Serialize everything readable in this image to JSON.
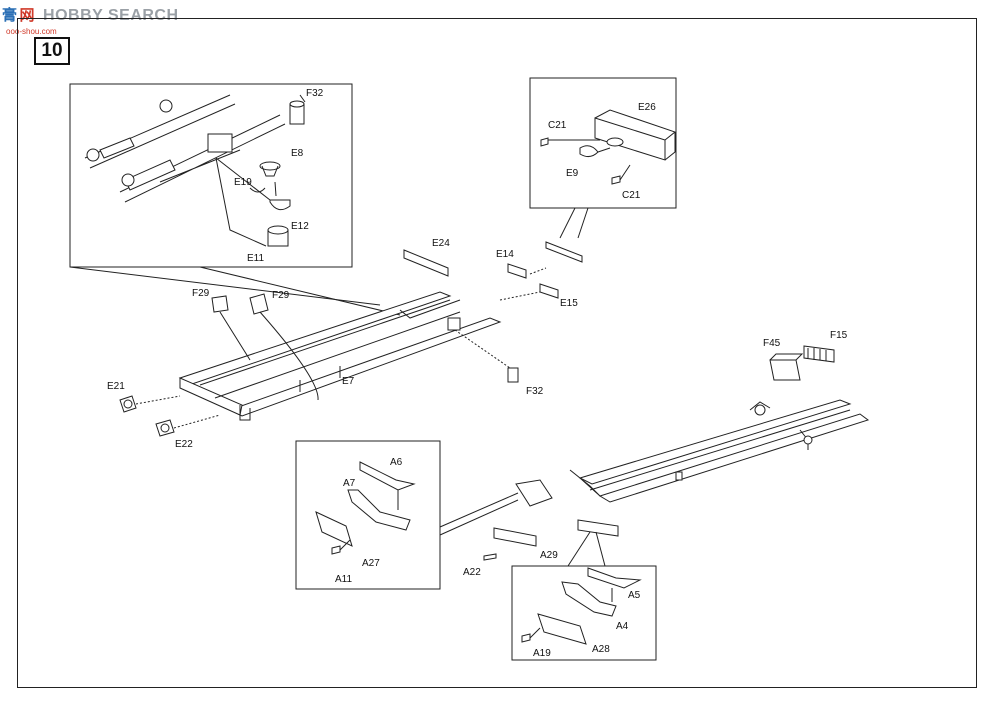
{
  "watermark": {
    "cn_a": "膏",
    "cn_b": "网",
    "text": "HOBBY SEARCH",
    "sub": "ooo-shou.com"
  },
  "step_number": "10",
  "labels": {
    "F32_top": "F32",
    "E8": "E8",
    "E19": "E19",
    "E12": "E12",
    "E11": "E11",
    "C21_top": "C21",
    "E26": "E26",
    "E9": "E9",
    "C21_bottom": "C21",
    "E24": "E24",
    "E14": "E14",
    "E15": "E15",
    "F29_left": "F29",
    "F29_right": "F29",
    "E7": "E7",
    "E21": "E21",
    "E22": "E22",
    "F32_mid": "F32",
    "F45": "F45",
    "F15": "F15",
    "A6": "A6",
    "A7": "A7",
    "A27": "A27",
    "A11": "A11",
    "A29": "A29",
    "A22": "A22",
    "A5": "A5",
    "A4": "A4",
    "A28": "A28",
    "A19": "A19"
  }
}
